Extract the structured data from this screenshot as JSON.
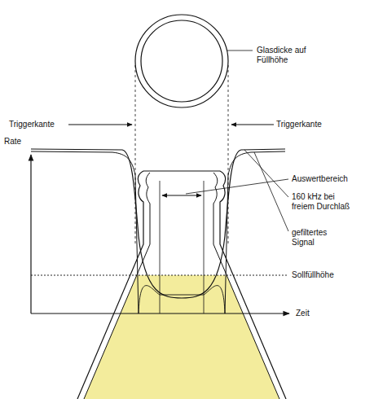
{
  "diagram": {
    "labels": [
      "Glasdicke auf Füllhöhe",
      "Triggerkante",
      "Triggerkante",
      "Rate",
      "Auswertbereich",
      "160 kHz bei freiem Durchlaß",
      "gefiltertes Signal",
      "Sollfüllhöhe",
      "Zeit"
    ]
  }
}
